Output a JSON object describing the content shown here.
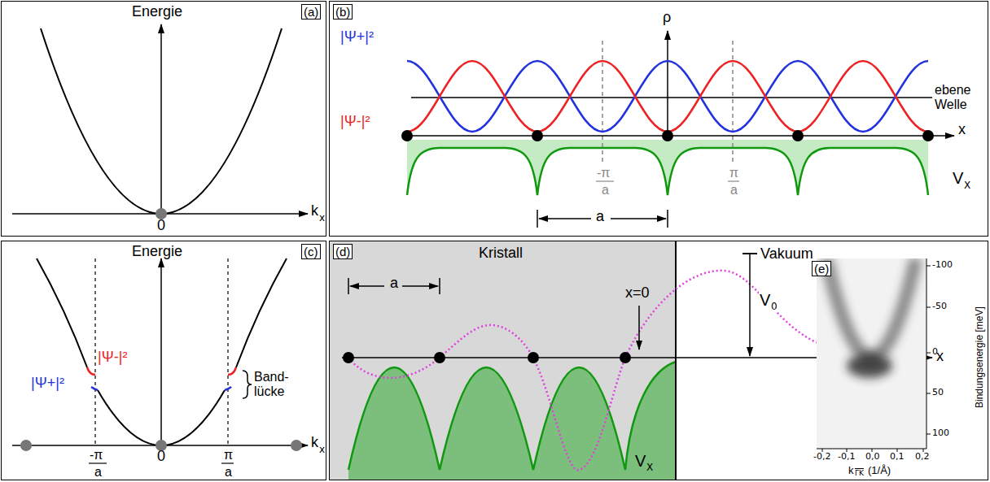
{
  "diagram": {
    "nodes": [
      {
        "text": [
          "(a)"
        ]
      },
      {
        "text": [
          "(b)"
        ]
      },
      {
        "text": [
          "(c)"
        ]
      },
      {
        "text": [
          "(d)"
        ]
      },
      {
        "text": [
          "(e)"
        ],
        "in": 3
      }
    ],
    "labels": [
      "Energie",
      "k",
      "x",
      "0",
      "ρ",
      "|Ψ+|²",
      "ebene Welle",
      "|Ψ-|²",
      "x",
      "-π",
      "a",
      "π",
      "a",
      "V",
      "X",
      "a",
      "Energie",
      "|Ψ-|²",
      "|Ψ+|²",
      "Band- lücke",
      "-π",
      "a",
      "0",
      "π",
      "a",
      "k",
      "x",
      "Kristall",
      "a",
      "x=0",
      "Vakuum",
      "V",
      "0",
      "x",
      "V",
      "X",
      "-100",
      "-50",
      "0",
      "50",
      "100",
      "-0,2",
      "-0,1",
      "0,0",
      "0,1",
      "0,2",
      "k",
      "ΓK",
      "(1/Å)",
      "Bindungsenergie [meV]"
    ]
  }
}
